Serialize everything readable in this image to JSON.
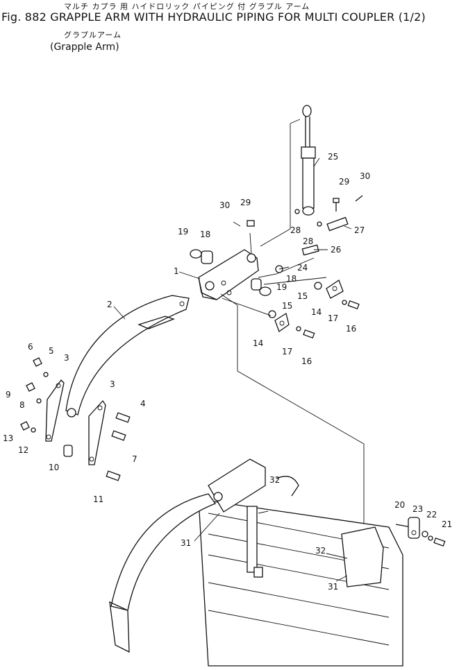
{
  "header": {
    "jp_title": "マルチ カプラ 用 ハイドロリック パイピング 付 グラプル アーム",
    "fig_title": "Fig. 882 GRAPPLE ARM WITH HYDRAULIC PIPING FOR MULTI COUPLER (1/2)",
    "subtitle_jp": "グラプルアーム",
    "subtitle_en": "(Grapple Arm)"
  },
  "callouts": [
    {
      "id": "c1",
      "text": "1"
    },
    {
      "id": "c2",
      "text": "2"
    },
    {
      "id": "c3a",
      "text": "3"
    },
    {
      "id": "c3b",
      "text": "3"
    },
    {
      "id": "c4",
      "text": "4"
    },
    {
      "id": "c5",
      "text": "5"
    },
    {
      "id": "c6",
      "text": "6"
    },
    {
      "id": "c7",
      "text": "7"
    },
    {
      "id": "c8",
      "text": "8"
    },
    {
      "id": "c9",
      "text": "9"
    },
    {
      "id": "c10",
      "text": "10"
    },
    {
      "id": "c11",
      "text": "11"
    },
    {
      "id": "c12",
      "text": "12"
    },
    {
      "id": "c13",
      "text": "13"
    },
    {
      "id": "c14a",
      "text": "14"
    },
    {
      "id": "c14b",
      "text": "14"
    },
    {
      "id": "c15a",
      "text": "15"
    },
    {
      "id": "c15b",
      "text": "15"
    },
    {
      "id": "c16a",
      "text": "16"
    },
    {
      "id": "c16b",
      "text": "16"
    },
    {
      "id": "c17a",
      "text": "17"
    },
    {
      "id": "c17b",
      "text": "17"
    },
    {
      "id": "c18a",
      "text": "18"
    },
    {
      "id": "c18b",
      "text": "18"
    },
    {
      "id": "c19a",
      "text": "19"
    },
    {
      "id": "c19b",
      "text": "19"
    },
    {
      "id": "c20",
      "text": "20"
    },
    {
      "id": "c21",
      "text": "21"
    },
    {
      "id": "c22",
      "text": "22"
    },
    {
      "id": "c23",
      "text": "23"
    },
    {
      "id": "c24",
      "text": "24"
    },
    {
      "id": "c25",
      "text": "25"
    },
    {
      "id": "c26",
      "text": "26"
    },
    {
      "id": "c27",
      "text": "27"
    },
    {
      "id": "c28a",
      "text": "28"
    },
    {
      "id": "c28b",
      "text": "28"
    },
    {
      "id": "c29a",
      "text": "29"
    },
    {
      "id": "c29b",
      "text": "29"
    },
    {
      "id": "c30a",
      "text": "30"
    },
    {
      "id": "c30b",
      "text": "30"
    },
    {
      "id": "c31a",
      "text": "31"
    },
    {
      "id": "c31b",
      "text": "31"
    },
    {
      "id": "c32a",
      "text": "32"
    },
    {
      "id": "c32b",
      "text": "32"
    }
  ]
}
